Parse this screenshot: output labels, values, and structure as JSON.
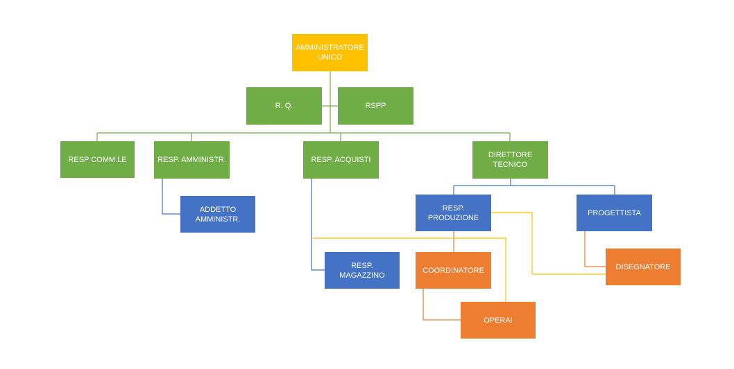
{
  "colors": {
    "yellow": "#FFC000",
    "green": "#70AD47",
    "blue": "#4472C4",
    "orange": "#ED7D31"
  },
  "nodes": {
    "amministratore": "AMMINISTRATORE\nUNICO",
    "rq": "R. Q.",
    "rspp": "RSPP",
    "resp_comm": "RESP COMM.LE",
    "resp_amministr": "RESP. AMMINISTR.",
    "resp_acquisti": "RESP. ACQUISTI",
    "direttore_tecnico": "DIRETTORE\nTECNICO",
    "addetto_amministr": "ADDETTO\nAMMINISTR.",
    "resp_produzione": "RESP. PRODUZIONE",
    "progettista": "PROGETTISTA",
    "resp_magazzino": "RESP. MAGAZZINO",
    "coordinatore": "COORDINATORE",
    "disegnatore": "DISEGNATORE",
    "operai": "OPERAI"
  }
}
